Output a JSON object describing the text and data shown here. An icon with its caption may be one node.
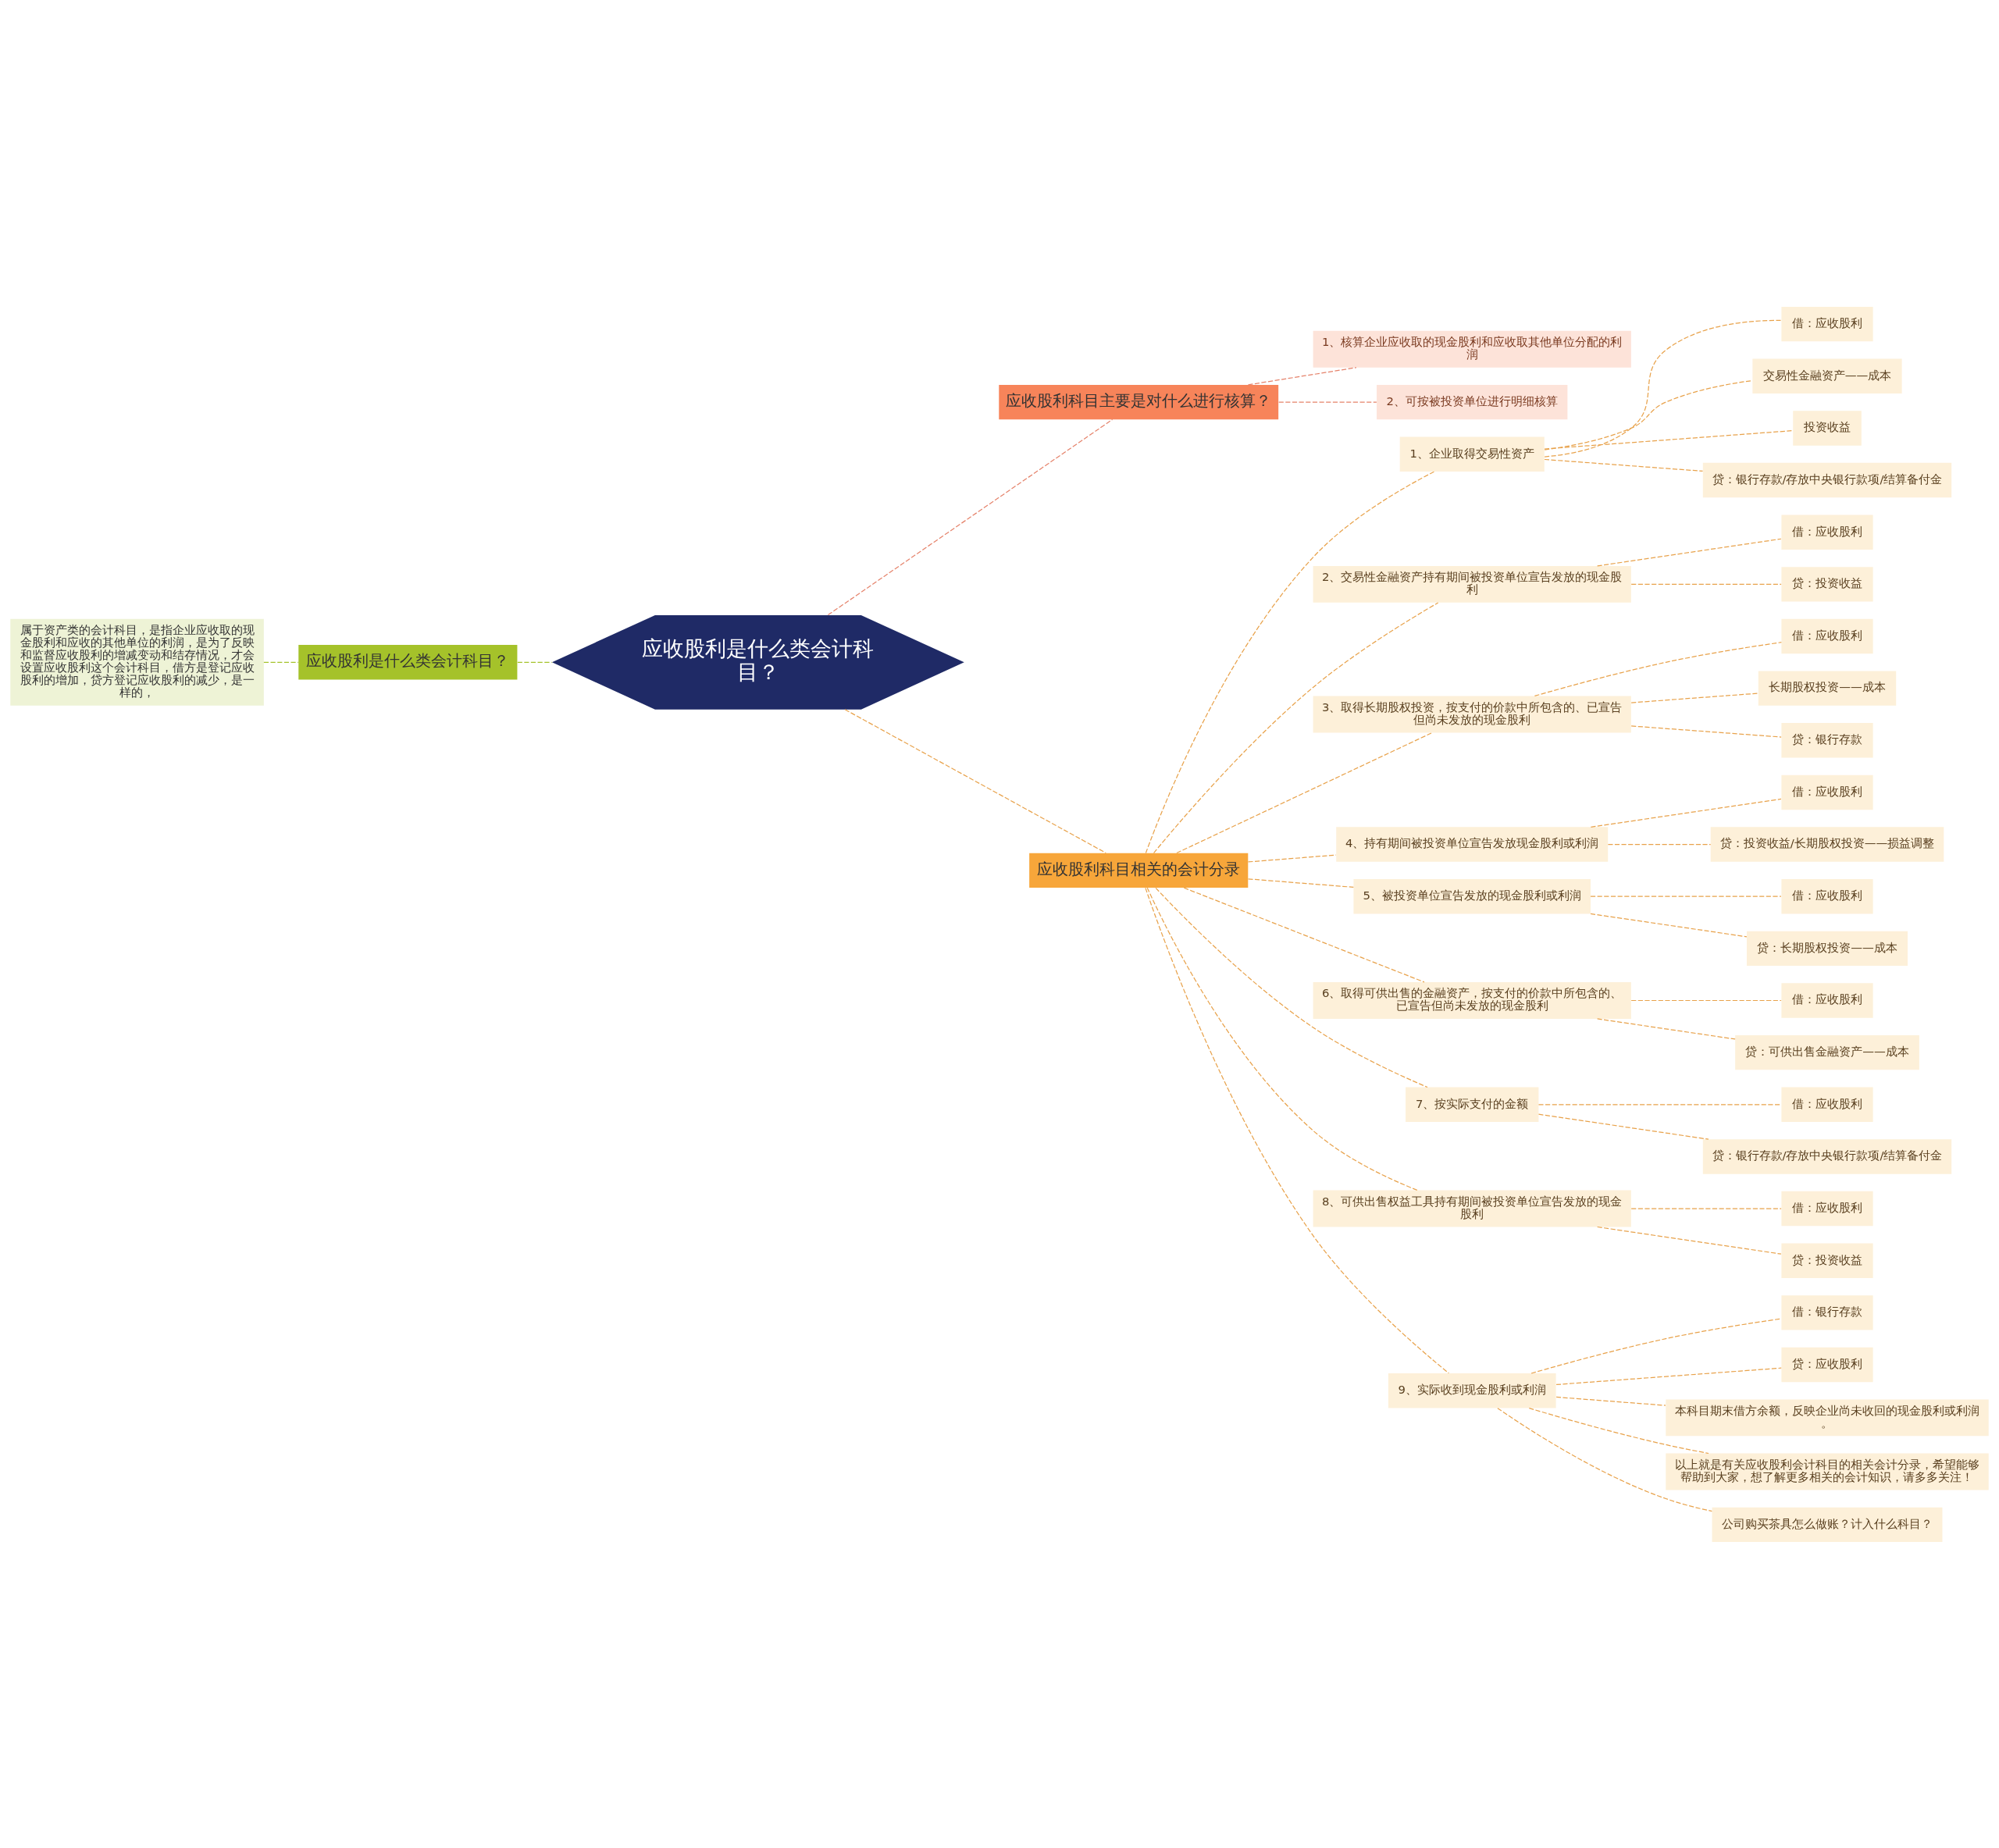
{
  "diagram": {
    "nodes": [
      {
        "text": [
          "应收股利是什么类会计科目？"
        ]
      },
      {
        "text": [
          "应收股利是什么类会计科目？"
        ]
      },
      {
        "text": [
          "属于资产类的会计科目，是指企业应收取的现金股利和应收的其他单位的利润，是为了反映和监督应收股利的增减变动和结存情况，才会设置应收股利这个会计科目，借方是登记应收股利的增加，贷方登记应收股利的减少，是一样的，"
        ]
      },
      {
        "text": [
          "应收股利科目主要是对什么进行核算？"
        ]
      },
      {
        "text": [
          "1、核算企业应收取的现金股利和应收取其他单位分配的利润"
        ]
      },
      {
        "text": [
          "2、可按被投资单位进行明细核算"
        ]
      },
      {
        "text": [
          "应收股利科目相关的会计分录"
        ]
      },
      {
        "text": [
          "1、企业取得交易性资产"
        ]
      },
      {
        "text": [
          "借：应收股利"
        ]
      },
      {
        "text": [
          "交易性金融资产——成本"
        ]
      },
      {
        "text": [
          "投资收益"
        ]
      },
      {
        "text": [
          "贷：银行存款/存放中央银行款项/结算备付金"
        ]
      },
      {
        "text": [
          "2、交易性金融资产持有期间被投资单位宣告发放的现金股利"
        ]
      },
      {
        "text": [
          "借：应收股利"
        ]
      },
      {
        "text": [
          "贷：投资收益"
        ]
      },
      {
        "text": [
          "3、取得长期股权投资，按支付的价款中所包含的、已宣告但尚未发放的现金股利"
        ]
      },
      {
        "text": [
          "借：应收股利"
        ]
      },
      {
        "text": [
          "长期股权投资——成本"
        ]
      },
      {
        "text": [
          "贷：银行存款"
        ]
      },
      {
        "text": [
          "4、持有期间被投资单位宣告发放现金股利或利润"
        ]
      },
      {
        "text": [
          "借：应收股利"
        ]
      },
      {
        "text": [
          "贷：投资收益/长期股权投资——损益调整"
        ]
      },
      {
        "text": [
          "5、被投资单位宣告发放的现金股利或利润"
        ]
      },
      {
        "text": [
          "借：应收股利"
        ]
      },
      {
        "text": [
          "贷：长期股权投资——成本"
        ]
      },
      {
        "text": [
          "6、取得可供出售的金融资产，按支付的价款中所包含的、已宣告但尚未发放的现金股利"
        ]
      },
      {
        "text": [
          "借：应收股利"
        ]
      },
      {
        "text": [
          "贷：可供出售金融资产——成本"
        ]
      },
      {
        "text": [
          "7、按实际支付的金额"
        ]
      },
      {
        "text": [
          "借：应收股利"
        ]
      },
      {
        "text": [
          "贷：银行存款/存放中央银行款项/结算备付金"
        ]
      },
      {
        "text": [
          "8、可供出售权益工具持有期间被投资单位宣告发放的现金股利"
        ]
      },
      {
        "text": [
          "借：应收股利"
        ]
      },
      {
        "text": [
          "贷：投资收益"
        ]
      },
      {
        "text": [
          "9、实际收到现金股利或利润"
        ]
      },
      {
        "text": [
          "借：银行存款"
        ]
      },
      {
        "text": [
          "贷：应收股利"
        ]
      },
      {
        "text": [
          "本科目期末借方余额，反映企业尚未收回的现金股利或利润。"
        ]
      },
      {
        "text": [
          "以上就是有关应收股利会计科目的相关会计分录，希望能够帮助到大家，想了解更多相关的会计知识，请多多关注！"
        ]
      },
      {
        "text": [
          "公司购买茶具怎么做账？计入什么科目？"
        ]
      }
    ],
    "edges": [
      {
        "from": 0,
        "to": 1,
        "arrow": "none",
        "style": "dashed",
        "color": "#a5c22a"
      },
      {
        "from": 1,
        "to": 2,
        "arrow": "none",
        "style": "dashed",
        "color": "#a5c22a"
      },
      {
        "from": 0,
        "to": 3,
        "arrow": "none",
        "style": "dashed",
        "color": "#e5826a"
      },
      {
        "from": 3,
        "to": 4,
        "arrow": "none",
        "style": "dashed",
        "color": "#e5826a"
      },
      {
        "from": 3,
        "to": 5,
        "arrow": "none",
        "style": "dashed",
        "color": "#e5826a"
      },
      {
        "from": 0,
        "to": 6,
        "arrow": "none",
        "style": "dashed"
      },
      {
        "from": 6,
        "to": 7,
        "arrow": "none",
        "style": "dashed"
      },
      {
        "from": 7,
        "to": 8,
        "arrow": "none",
        "style": "dashed"
      },
      {
        "from": 7,
        "to": 9,
        "arrow": "none",
        "style": "dashed"
      },
      {
        "from": 7,
        "to": 10,
        "arrow": "none",
        "style": "dashed"
      },
      {
        "from": 7,
        "to": 11,
        "arrow": "none",
        "style": "dashed"
      },
      {
        "from": 6,
        "to": 12,
        "arrow": "none",
        "style": "dashed"
      },
      {
        "from": 12,
        "to": 13,
        "arrow": "none",
        "style": "dashed"
      },
      {
        "from": 12,
        "to": 14,
        "arrow": "none",
        "style": "dashed"
      },
      {
        "from": 6,
        "to": 15,
        "arrow": "none",
        "style": "dashed"
      },
      {
        "from": 15,
        "to": 16,
        "arrow": "none",
        "style": "dashed"
      },
      {
        "from": 15,
        "to": 17,
        "arrow": "none",
        "style": "dashed"
      },
      {
        "from": 15,
        "to": 18,
        "arrow": "none",
        "style": "dashed"
      },
      {
        "from": 6,
        "to": 19,
        "arrow": "none",
        "style": "dashed"
      },
      {
        "from": 19,
        "to": 20,
        "arrow": "none",
        "style": "dashed"
      },
      {
        "from": 19,
        "to": 21,
        "arrow": "none",
        "style": "dashed"
      },
      {
        "from": 6,
        "to": 22,
        "arrow": "none",
        "style": "dashed"
      },
      {
        "from": 22,
        "to": 23,
        "arrow": "none",
        "style": "dashed"
      },
      {
        "from": 22,
        "to": 24,
        "arrow": "none",
        "style": "dashed"
      },
      {
        "from": 6,
        "to": 25,
        "arrow": "none",
        "style": "dashed"
      },
      {
        "from": 25,
        "to": 26,
        "arrow": "none",
        "style": "dashed"
      },
      {
        "from": 25,
        "to": 27,
        "arrow": "none",
        "style": "dashed"
      },
      {
        "from": 6,
        "to": 28,
        "arrow": "none",
        "style": "dashed"
      },
      {
        "from": 28,
        "to": 29,
        "arrow": "none",
        "style": "dashed"
      },
      {
        "from": 28,
        "to": 30,
        "arrow": "none",
        "style": "dashed"
      },
      {
        "from": 6,
        "to": 31,
        "arrow": "none",
        "style": "dashed"
      },
      {
        "from": 31,
        "to": 32,
        "arrow": "none",
        "style": "dashed"
      },
      {
        "from": 31,
        "to": 33,
        "arrow": "none",
        "style": "dashed"
      },
      {
        "from": 6,
        "to": 34,
        "arrow": "none",
        "style": "dashed"
      },
      {
        "from": 34,
        "to": 35,
        "arrow": "none",
        "style": "dashed"
      },
      {
        "from": 34,
        "to": 36,
        "arrow": "none",
        "style": "dashed"
      },
      {
        "from": 34,
        "to": 37,
        "arrow": "none",
        "style": "dashed"
      },
      {
        "from": 34,
        "to": 38,
        "arrow": "none",
        "style": "dashed"
      },
      {
        "from": 34,
        "to": 39,
        "arrow": "none",
        "style": "dashed"
      }
    ]
  }
}
